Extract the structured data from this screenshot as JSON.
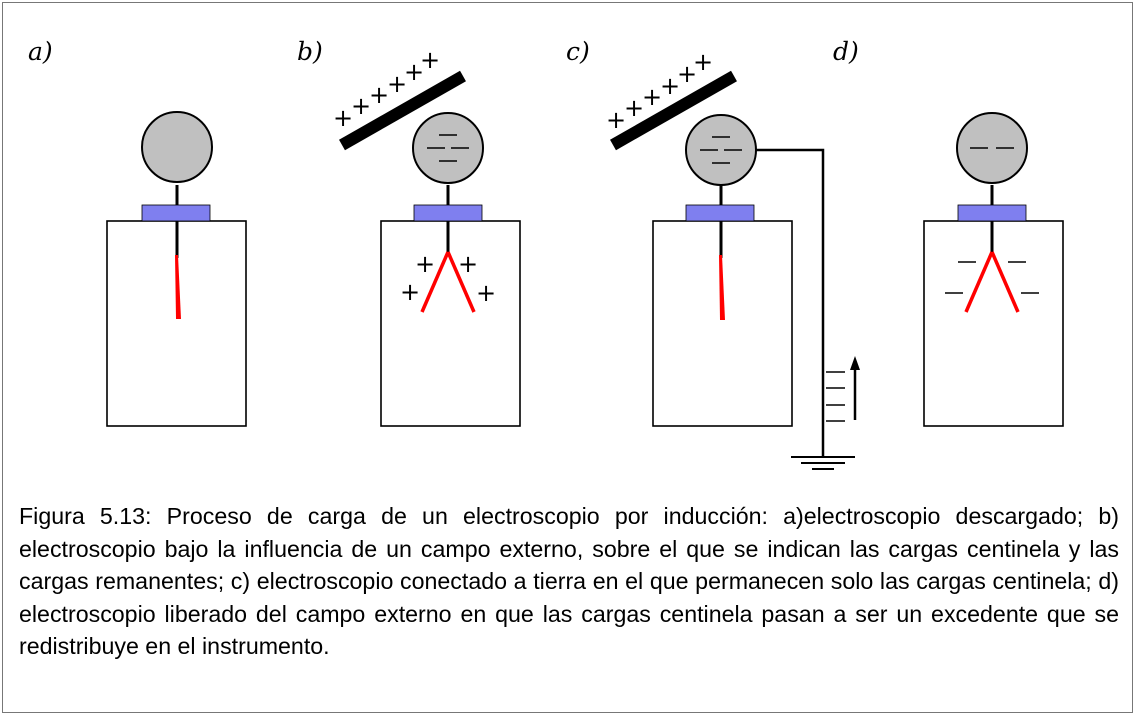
{
  "panels": [
    {
      "label": "a)"
    },
    {
      "label": "b)"
    },
    {
      "label": "c)"
    },
    {
      "label": "d)"
    }
  ],
  "signs": {
    "plus": "+",
    "minus": "−"
  },
  "colors": {
    "sphere": "#c0c0c0",
    "insulator": "#7f7fef",
    "leaf": "#ff0000",
    "stroke": "#000000"
  },
  "caption": {
    "label": "Figura 5.13:",
    "text": "Proceso de carga de un electroscopio por inducción: a)electroscopio descargado; b) electroscopio bajo la influencia de un campo externo, sobre el que se indican las cargas centinela y las cargas remanentes; c) electroscopio conectado a tierra en el que permanecen solo las cargas centinela; d) electroscopio liberado del campo externo en que las cargas centinela pasan a ser un excedente que se redistribuye en el instrumento."
  }
}
